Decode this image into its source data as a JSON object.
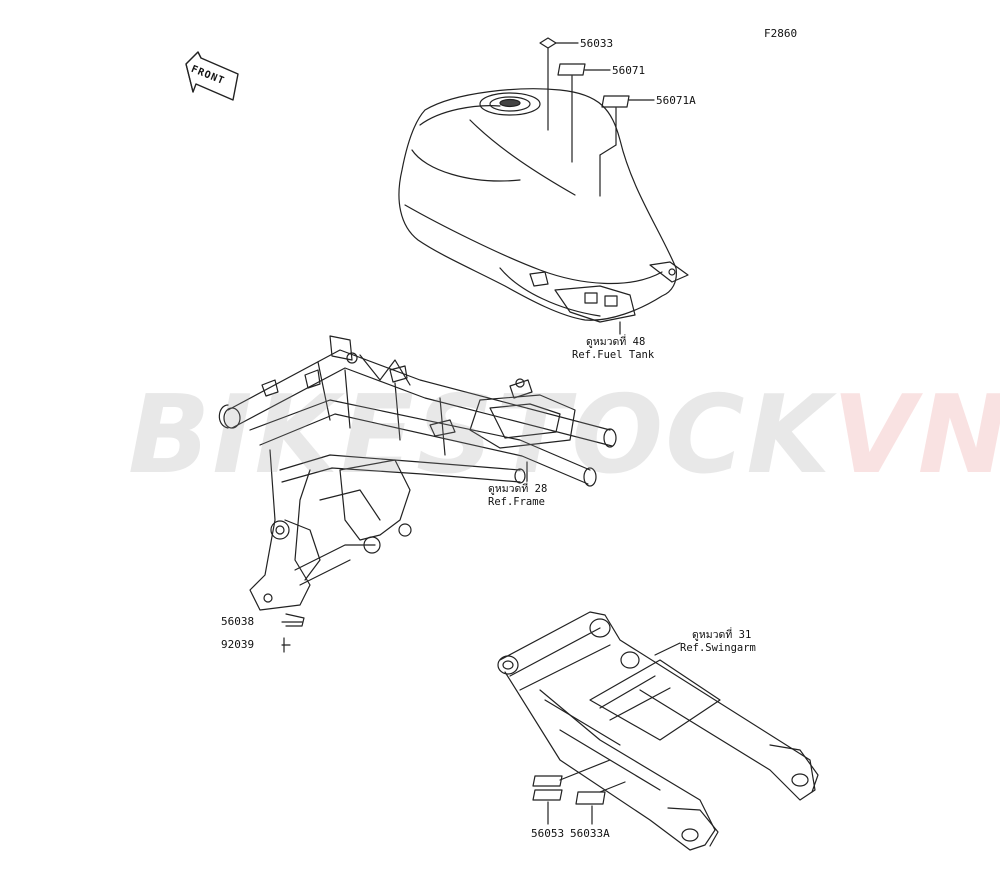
{
  "diagram_code": "F2860",
  "front_label": "FRONT",
  "watermark": {
    "part1": "BIKESTOCK",
    "part2": "VN",
    "color_gray": "#9a9a9a",
    "color_red": "#e88080"
  },
  "parts": {
    "p56033": "56033",
    "p56071": "56071",
    "p56071A": "56071A",
    "p56038": "56038",
    "p92039": "92039",
    "p56053": "56053",
    "p56033A": "56033A"
  },
  "references": {
    "fuel_tank": {
      "thai": "ดูหมวดที่ 48",
      "en": "Ref.Fuel Tank"
    },
    "frame": {
      "thai": "ดูหมวดที่ 28",
      "en": "Ref.Frame"
    },
    "swingarm": {
      "thai": "ดูหมวดที่ 31",
      "en": "Ref.Swingarm"
    }
  }
}
